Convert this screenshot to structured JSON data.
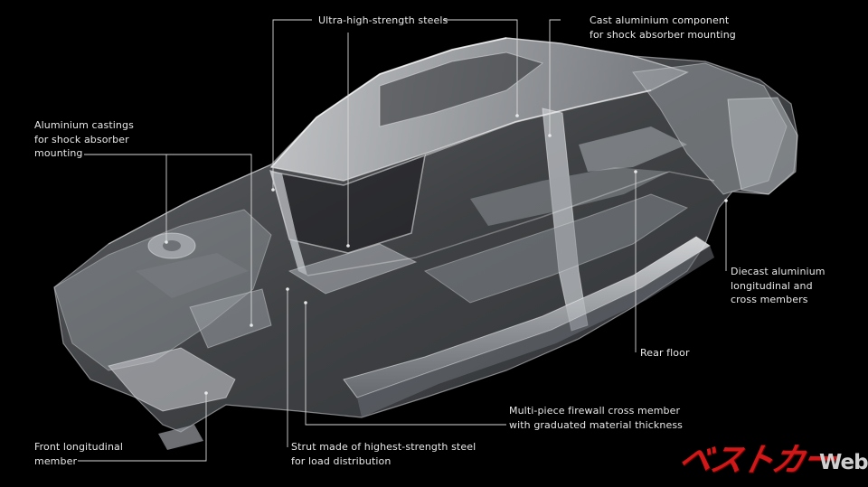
{
  "labels": {
    "ultra_steels": [
      "Ultra-high-strength steels"
    ],
    "cast_alu": [
      "Cast aluminium component",
      "for shock absorber mounting"
    ],
    "alu_castings": [
      "Aluminium castings",
      "for shock absorber",
      "mounting"
    ],
    "diecast": [
      "Diecast aluminium",
      "longitudinal and",
      "cross members"
    ],
    "rear_floor": [
      "Rear floor"
    ],
    "firewall": [
      "Multi-piece firewall cross member",
      "with graduated material thickness"
    ],
    "front_long": [
      "Front longitudinal",
      "member"
    ],
    "strut": [
      "Strut made of highest-strength steel",
      "for load distribution"
    ]
  },
  "watermark": {
    "kana": "ベストカー",
    "web": "Web"
  },
  "colors": {
    "background": "#000000",
    "text": "#e8e8e8",
    "leader": "#d8d8d8",
    "logo_red": "#d01818"
  }
}
